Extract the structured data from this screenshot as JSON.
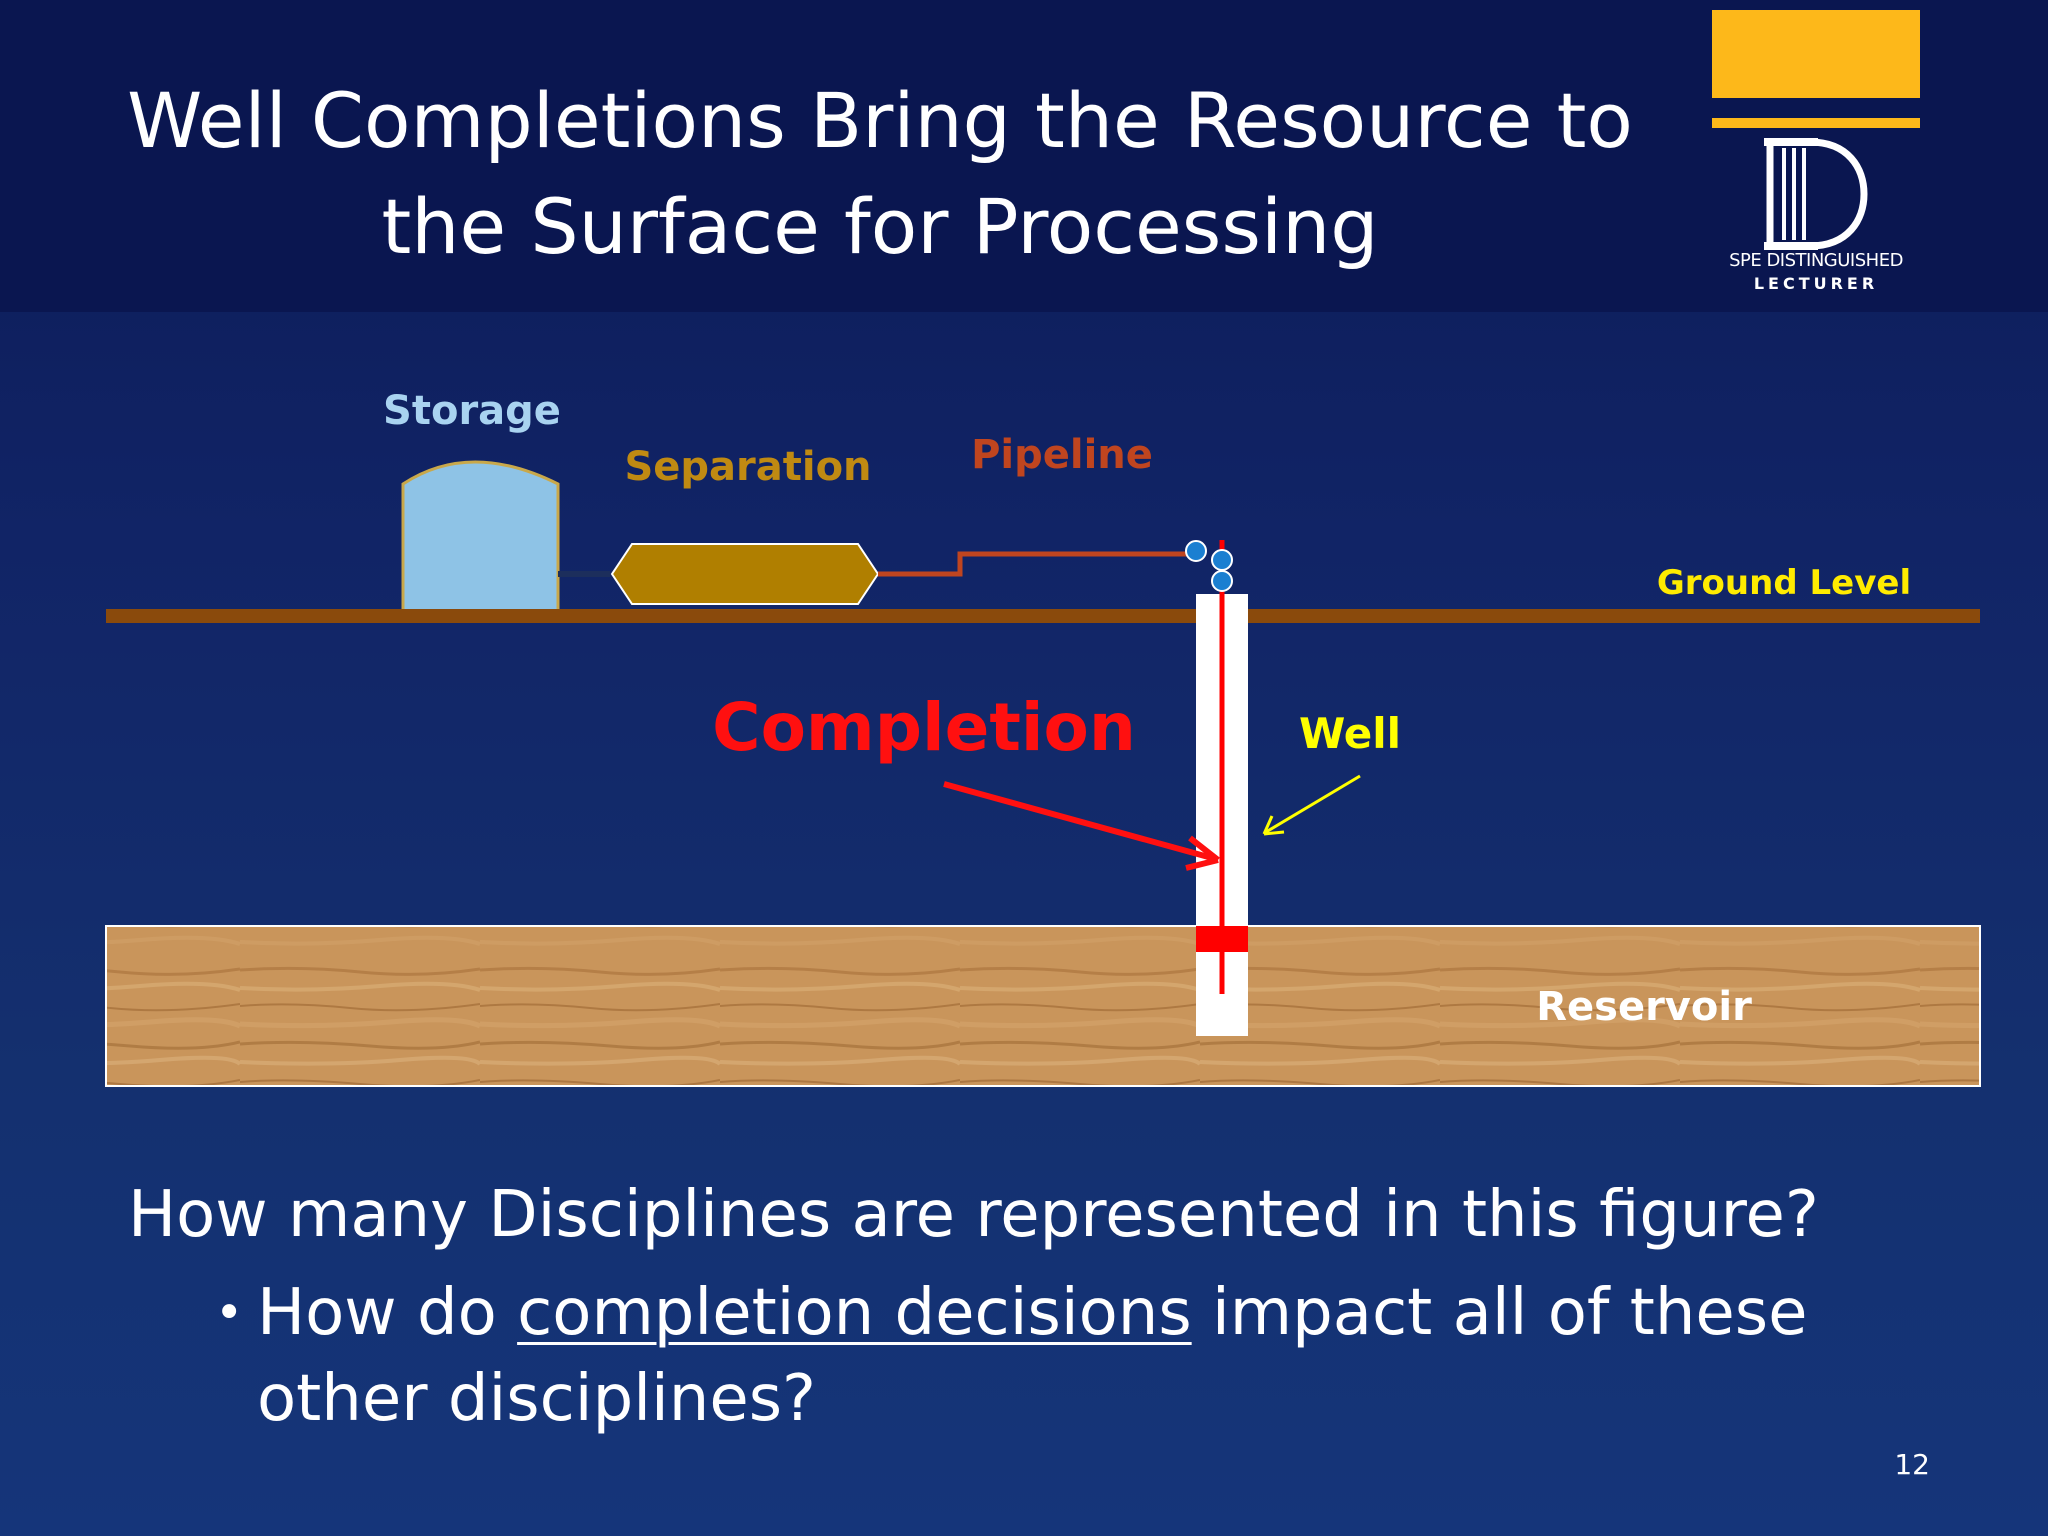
{
  "slide": {
    "title_line1": "Well Completions Bring the Resource to",
    "title_line2": "the Surface for Processing",
    "page_number": "12"
  },
  "logo": {
    "line1": "SPE DISTINGUISHED",
    "line2": "LECTURER",
    "colors": {
      "bar": "#fdb81a",
      "mark": "#ffffff"
    }
  },
  "diagram": {
    "labels": {
      "storage": "Storage",
      "separation": "Separation",
      "pipeline": "Pipeline",
      "ground_level": "Ground Level",
      "completion": "Completion",
      "well": "Well",
      "reservoir": "Reservoir"
    },
    "colors": {
      "storage": "#a9d3f0",
      "separation": "#b8860b",
      "pipeline": "#c0451f",
      "ground": "#8a4a0c",
      "ground_label": "#ffeb00",
      "completion": "#ff0000",
      "well_label": "#ffff00",
      "reservoir": "#c8935a"
    }
  },
  "question": {
    "main": "How many Disciplines are represented in this figure?",
    "bullet_prefix": "How do ",
    "bullet_underlined": "completion decisions",
    "bullet_suffix": " impact all of these other disciplines?"
  }
}
